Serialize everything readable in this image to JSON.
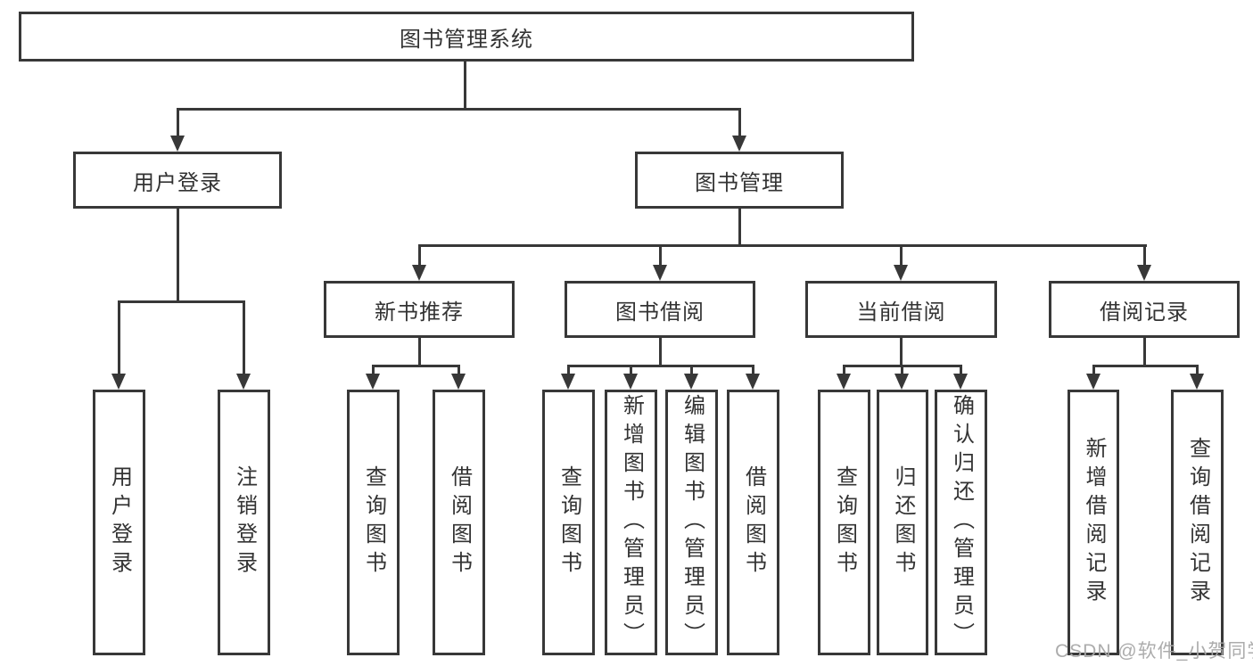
{
  "colors": {
    "line": "#383838",
    "text": "#333333",
    "background": "#ffffff",
    "watermark": "#a8a8a8"
  },
  "diagram": {
    "type": "hierarchy-tree",
    "root": {
      "label": "图书管理系统"
    },
    "branches": [
      {
        "label": "用户登录",
        "children": [
          {
            "label": "用户登录"
          },
          {
            "label": "注销登录"
          }
        ]
      },
      {
        "label": "图书管理",
        "children": [
          {
            "label": "新书推荐",
            "children": [
              {
                "label": "查询图书"
              },
              {
                "label": "借阅图书"
              }
            ]
          },
          {
            "label": "图书借阅",
            "children": [
              {
                "label": "查询图书"
              },
              {
                "label": "新增图书（管理员）"
              },
              {
                "label": "编辑图书（管理员）"
              },
              {
                "label": "借阅图书"
              }
            ]
          },
          {
            "label": "当前借阅",
            "children": [
              {
                "label": "查询图书"
              },
              {
                "label": "归还图书"
              },
              {
                "label": "确认归还（管理员）"
              }
            ]
          },
          {
            "label": "借阅记录",
            "children": [
              {
                "label": "新增借阅记录"
              },
              {
                "label": "查询借阅记录"
              }
            ]
          }
        ]
      }
    ]
  },
  "watermark": {
    "text": "CSDN @软件_小贺同学"
  }
}
